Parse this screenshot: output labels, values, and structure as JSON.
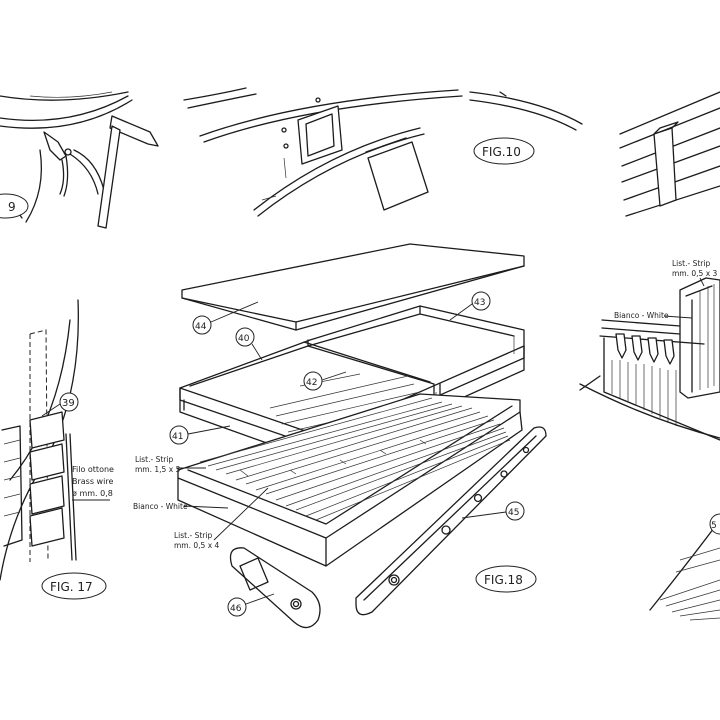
{
  "figures": {
    "fig9": "9",
    "fig10": "FIG.10",
    "fig17": "FIG. 17",
    "fig18": "FIG.18"
  },
  "callouts": {
    "c39": "39",
    "c40": "40",
    "c41": "41",
    "c42": "42",
    "c43": "43",
    "c44": "44",
    "c45": "45",
    "c46": "46",
    "c5x": "5"
  },
  "labels": {
    "strip_1_5x3_line1": "List.- Strip",
    "strip_1_5x3_line2": "mm. 1,5 x 3",
    "bianco_white_main": "Bianco - White",
    "strip_0_5x4_line1": "List.- Strip",
    "strip_0_5x4_line2": "mm. 0,5 x 4",
    "brass_line1": "Filo ottone",
    "brass_line2": "Brass wire",
    "brass_line3": "ø mm. 0,8",
    "strip_0_5x3_line1": "List.- Strip",
    "strip_0_5x3_line2": "mm. 0,5 x 3",
    "bianco_white_right": "Bianco - White"
  },
  "colors": {
    "ink": "#1c1c1c",
    "paper": "#ffffff"
  }
}
